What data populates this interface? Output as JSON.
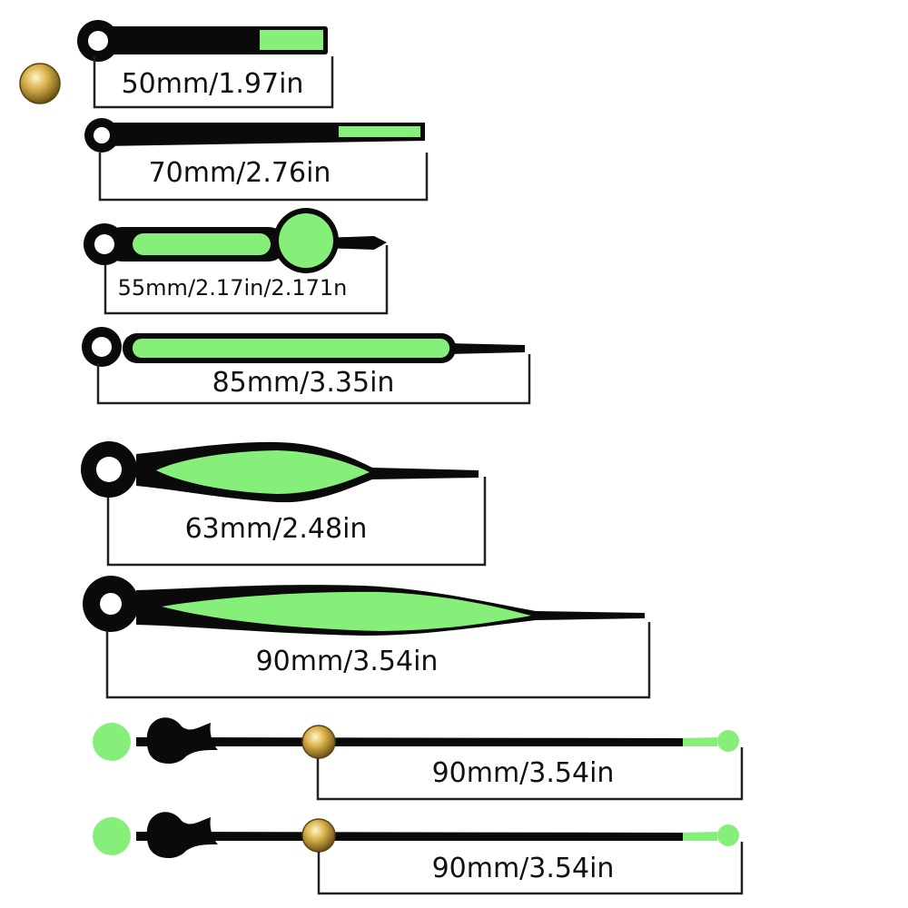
{
  "colors": {
    "background": "#ffffff",
    "hand": "#0a0a0a",
    "lume": "#86ef7a",
    "gold": "#d8b14a",
    "dimension_line": "#222222"
  },
  "hands": [
    {
      "id": "hand-1",
      "shape": "short-bar",
      "label": "50mm/1.97in"
    },
    {
      "id": "hand-2",
      "shape": "bar-tip-lume",
      "label": "70mm/2.76in"
    },
    {
      "id": "hand-3",
      "shape": "lollipop",
      "label": "55mm/2.17in/2.171n"
    },
    {
      "id": "hand-4",
      "shape": "long-bar",
      "label": "85mm/3.35in"
    },
    {
      "id": "hand-5",
      "shape": "leaf",
      "label": "63mm/2.48in"
    },
    {
      "id": "hand-6",
      "shape": "long-leaf",
      "label": "90mm/3.54in"
    },
    {
      "id": "hand-7",
      "shape": "second-hand",
      "label": "90mm/3.54in"
    },
    {
      "id": "hand-8",
      "shape": "second-hand",
      "label": "90mm/3.54in"
    }
  ],
  "accessories": [
    {
      "id": "cap-nut",
      "shape": "gold-cap"
    }
  ]
}
